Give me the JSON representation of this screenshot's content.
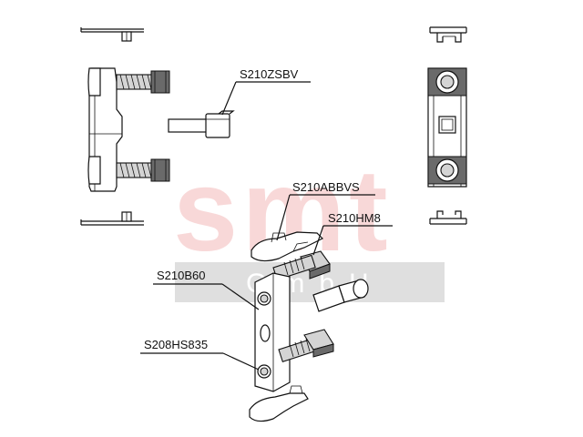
{
  "watermark": {
    "brand": "smt",
    "company": "GmbH",
    "color": "#f4b9b9"
  },
  "labels": {
    "zsbv": "S210ZSBV",
    "abbvs": "S210ABBVS",
    "hm8": "S210HM8",
    "b60": "S210B60",
    "hs835": "S208HS835"
  }
}
